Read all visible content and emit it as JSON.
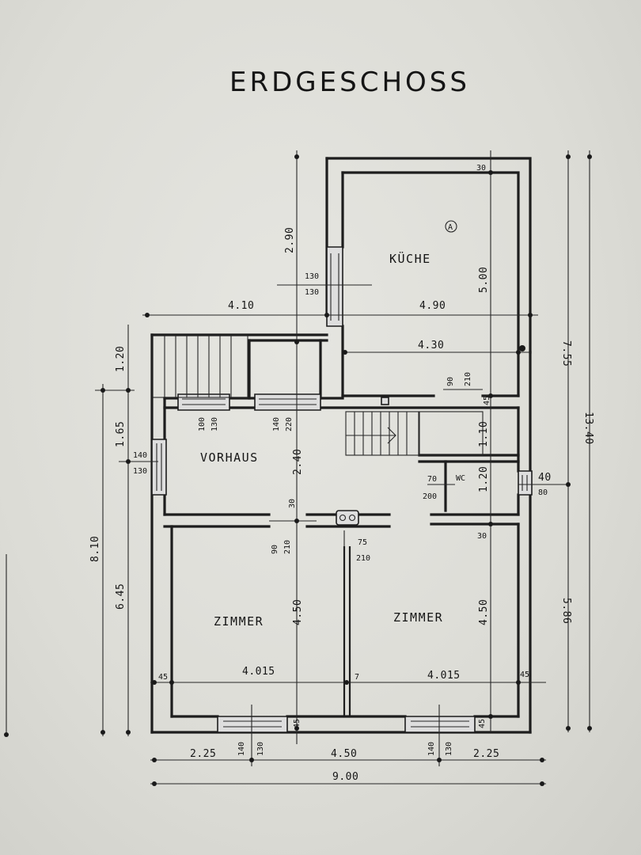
{
  "title": "ERDGESCHOSS",
  "rooms": {
    "kueche": "KÜCHE",
    "vorhaus": "VORHAUS",
    "zimmer_left": "ZIMMER",
    "zimmer_right": "ZIMMER",
    "wc": "WC",
    "marker": "A"
  },
  "dimensions": {
    "d_410": "4.10",
    "d_490": "4.90",
    "d_430": "4.30",
    "d_290": "2.90",
    "d_500": "5.00",
    "d_755": "7.55",
    "d_1340": "13.40",
    "d_120_left": "1.20",
    "d_165": "1.65",
    "d_810": "8.10",
    "d_645": "6.45",
    "d_240": "2.40",
    "d_110": "1.10",
    "d_120_wc": "1.20",
    "d_450_left": "4.50",
    "d_450_right": "4.50",
    "d_586": "5.86",
    "d_4015_left": "4.015",
    "d_4015_right": "4.015",
    "d_225_left": "2.25",
    "d_450_bottom": "4.50",
    "d_225_right": "2.25",
    "d_900": "9.00",
    "d_30_top": "30",
    "d_30_mid": "30",
    "d_30_door": "30",
    "d_45_left": "45",
    "d_45_right": "45",
    "d_45_stair": "45",
    "d_45_bot_left": "45",
    "d_45_bot_right": "45",
    "d_7": "7",
    "d_40": "40",
    "d_80": "80"
  },
  "openings": {
    "kueche_win_w": "130",
    "kueche_win_h": "130",
    "vorhaus_win_w": "140",
    "vorhaus_win_h": "130",
    "win1_w": "100",
    "win1_h": "130",
    "door1_w": "140",
    "door1_h": "220",
    "kdoor_w": "90",
    "kdoor_h": "210",
    "wc_door_w": "70",
    "wc_door_h": "200",
    "zdoor1_w": "90",
    "zdoor1_h": "210",
    "zdoor2_w": "75",
    "zdoor2_h": "210",
    "zwin1_w": "140",
    "zwin1_h": "130",
    "zwin2_w": "140",
    "zwin2_h": "130"
  }
}
